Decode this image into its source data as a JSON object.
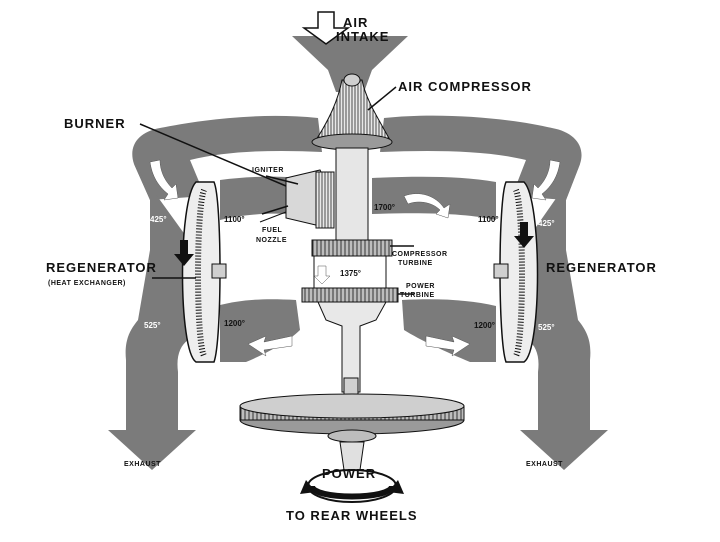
{
  "labels": {
    "air_intake_1": "AIR",
    "air_intake_2": "INTAKE",
    "air_compressor": "AIR COMPRESSOR",
    "burner": "BURNER",
    "igniter": "IGNITER",
    "fuel_nozzle_1": "FUEL",
    "fuel_nozzle_2": "NOZZLE",
    "compressor_turbine_1": "COMPRESSOR",
    "compressor_turbine_2": "TURBINE",
    "power_turbine_1": "POWER",
    "power_turbine_2": "TURBINE",
    "regenerator_left": "REGENERATOR",
    "heat_exchanger": "(HEAT EXCHANGER)",
    "regenerator_right": "REGENERATOR",
    "exhaust_left": "EXHAUST",
    "exhaust_right": "EXHAUST",
    "power": "POWER",
    "to_rear_wheels": "TO REAR WHEELS"
  },
  "temperatures": {
    "left_425": "425°",
    "left_1100": "1100°",
    "left_525": "525°",
    "left_1200": "1200°",
    "center_1700": "1700°",
    "center_1375": "1375°",
    "right_1100": "1100°",
    "right_425": "425°",
    "right_1200": "1200°",
    "right_525": "525°"
  },
  "colors": {
    "duct": "#7a7a7a",
    "duct_dark": "#555555",
    "ink": "#111111",
    "metal_light": "#dcdcdc"
  }
}
